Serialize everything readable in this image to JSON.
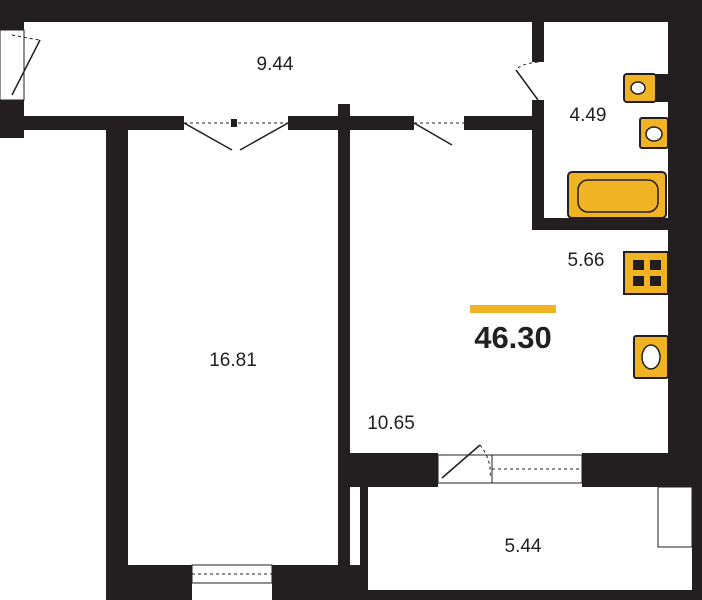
{
  "plan": {
    "total_area": "46.30",
    "rooms": {
      "hall": "9.44",
      "bathroom": "4.49",
      "kitchen": "5.66",
      "bedroom": "16.81",
      "living": "10.65",
      "balcony": "5.44"
    },
    "colors": {
      "wall": "#231f20",
      "fixture": "#f0b323",
      "accent": "#f0b323",
      "background": "#ffffff"
    }
  }
}
